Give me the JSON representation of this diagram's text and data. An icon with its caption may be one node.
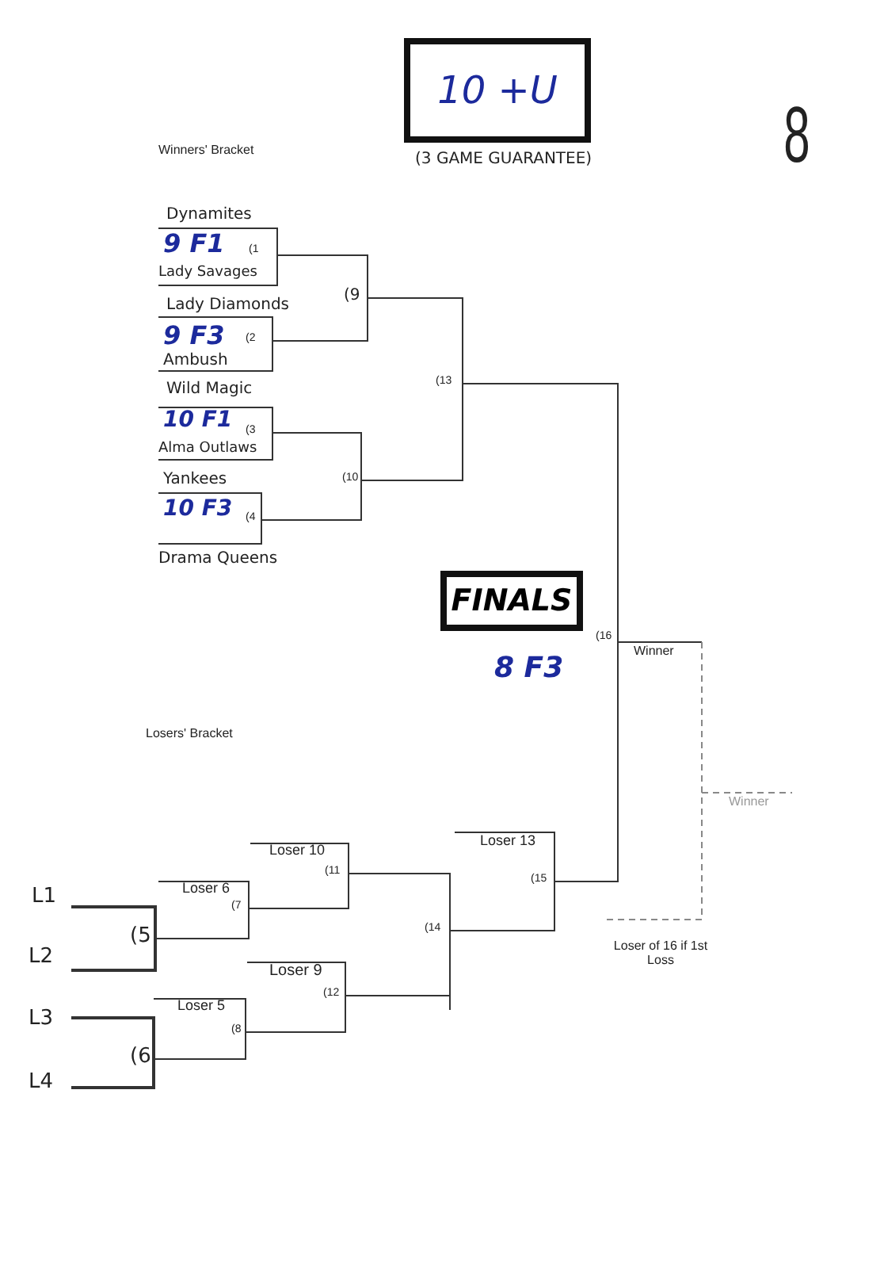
{
  "diagram": {
    "nodes": [
      {
        "text": [
          "10 +U"
        ]
      },
      {
        "text": [
          "FINALS"
        ]
      }
    ],
    "edges": [],
    "labels": [
      "Winners' Bracket",
      "(3 GAME GUARANTEE)",
      "8",
      "Dynamites",
      "9 F1",
      "(1",
      "Lady Savages",
      "(9",
      "Lady Diamonds",
      "9 F3",
      "(2",
      "Ambush",
      "(13",
      "Wild Magic",
      "10 F1",
      "(3",
      "Alma Outlaws",
      "Yankees",
      "(10",
      "10 F3",
      "(4",
      "Drama Queens",
      "(16",
      "Winner",
      "8 F3",
      "Losers' Bracket",
      "Winner",
      "Loser 13",
      "Loser 10",
      "(11",
      "Loser 6",
      "(15",
      "L1",
      "(7",
      "(14",
      "(5",
      "L2",
      "Loser 9",
      "(12",
      "Loser 5",
      "Loser of 16 if 1st Loss",
      "L3",
      "(8",
      "(6",
      "L4"
    ]
  }
}
